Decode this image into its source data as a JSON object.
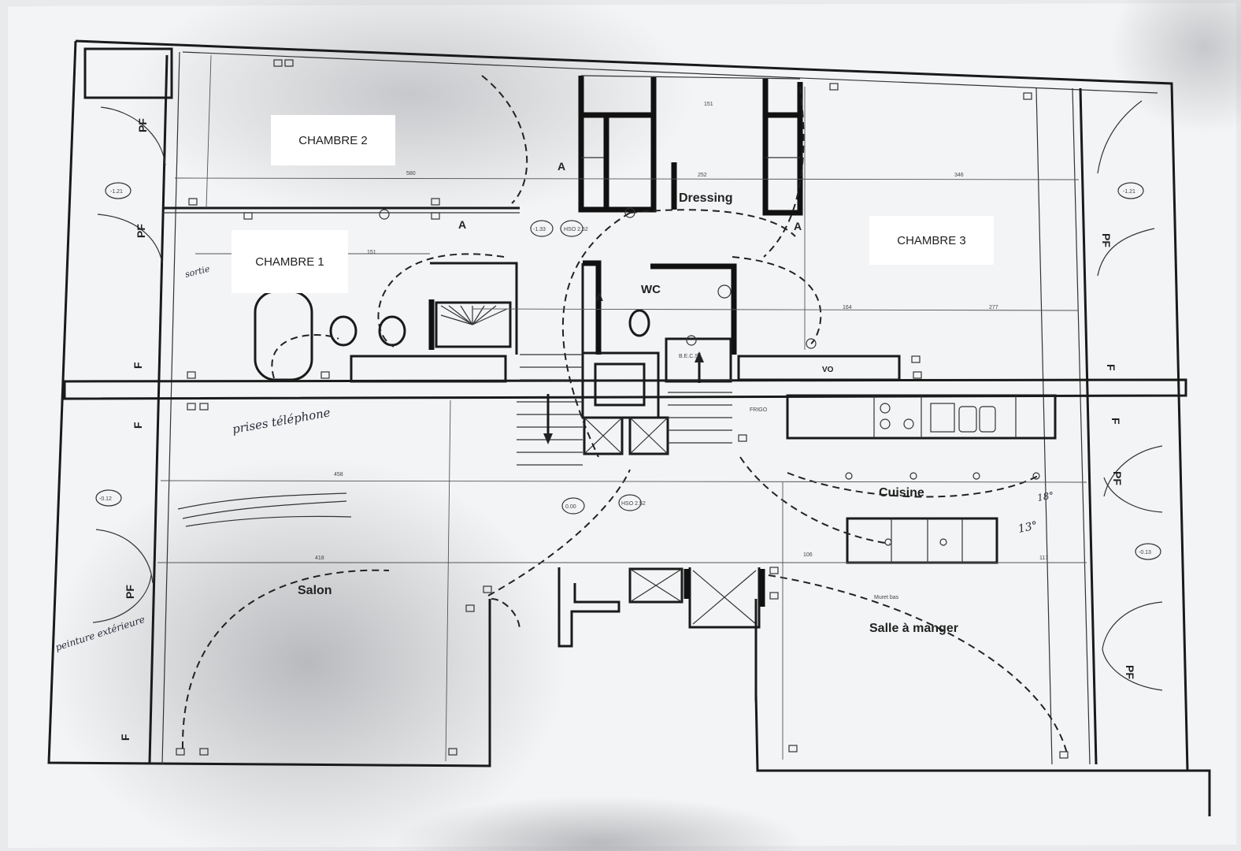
{
  "labels": {
    "chambre1": "CHAMBRE 1",
    "chambre2": "CHAMBRE 2",
    "chambre3": "CHAMBRE 3"
  },
  "rooms": {
    "dressing": "Dressing",
    "wc": "WC",
    "cuisine": "Cuisine",
    "salon": "Salon",
    "salle_a_manger": "Salle à manger",
    "vo": "VO",
    "frigo": "FRIGO",
    "muret_bas": "Muret bas",
    "ecs": "B.E.C.S"
  },
  "door_codes": {
    "pf": "PF",
    "f": "F",
    "a": "A"
  },
  "levels": {
    "l1": "-1.21",
    "l2": "-1.21",
    "l3": "-0.12",
    "l4": "-0.13",
    "l5": "0.00",
    "l6": "-1.33",
    "l7": "HSO 2.52",
    "l8": "HSO 2.52"
  },
  "dimensions": {
    "d1": "580",
    "d2": "252",
    "d3": "346",
    "d4": "151",
    "d5": "458",
    "d6": "418",
    "d7": "277",
    "d8": "164",
    "d9": "117",
    "d10": "106",
    "d11": "151"
  },
  "handwriting": {
    "note1": "prises téléphone",
    "note2": "peinture extérieure",
    "note3": "13°",
    "note4": "18°",
    "note5": "sortie"
  },
  "colors": {
    "paper": "#f4f5f6",
    "ink": "#1a1a1a",
    "shadow": "#b9bbc0"
  }
}
